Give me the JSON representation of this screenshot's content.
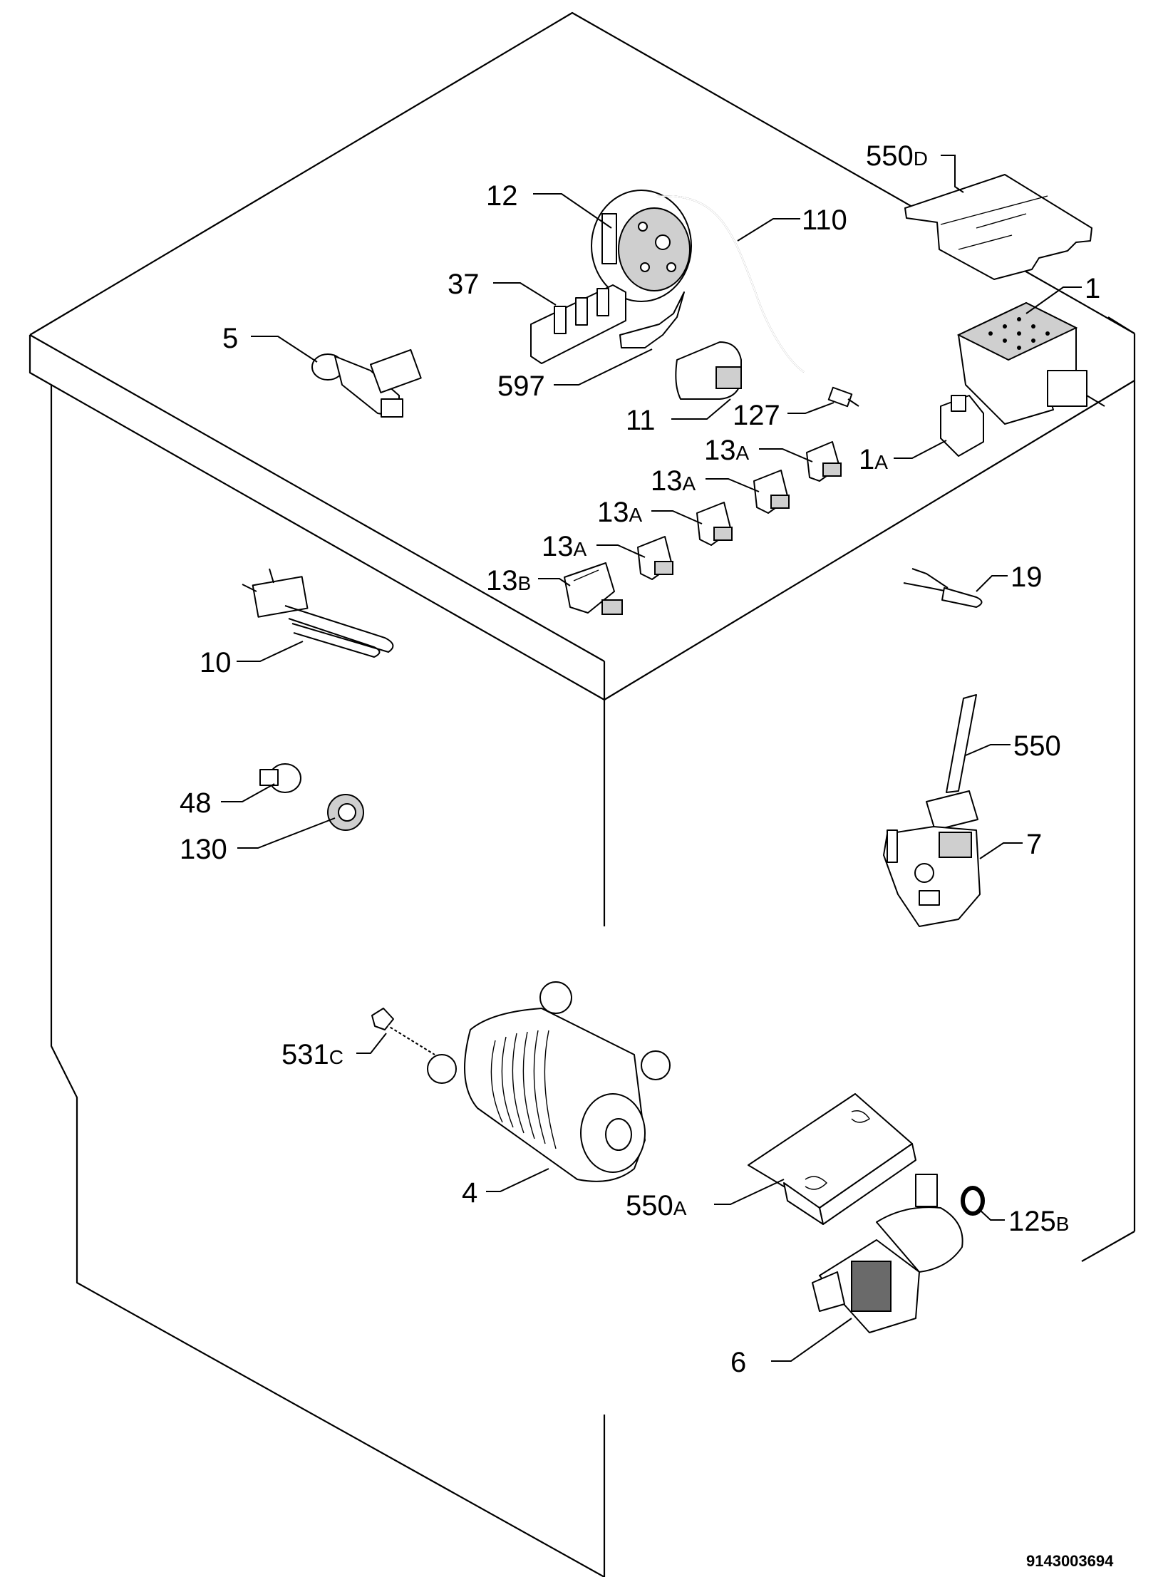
{
  "callouts": {
    "c550d": {
      "num": "550",
      "suffix": "D"
    },
    "c12": {
      "num": "12",
      "suffix": ""
    },
    "c110": {
      "num": "110",
      "suffix": ""
    },
    "c37": {
      "num": "37",
      "suffix": ""
    },
    "c1": {
      "num": "1",
      "suffix": ""
    },
    "c5": {
      "num": "5",
      "suffix": ""
    },
    "c597": {
      "num": "597",
      "suffix": ""
    },
    "c11": {
      "num": "11",
      "suffix": ""
    },
    "c127": {
      "num": "127",
      "suffix": ""
    },
    "c13a_1": {
      "num": "13",
      "suffix": "A"
    },
    "c1a": {
      "num": "1",
      "suffix": "A"
    },
    "c13a_2": {
      "num": "13",
      "suffix": "A"
    },
    "c13a_3": {
      "num": "13",
      "suffix": "A"
    },
    "c13a_4": {
      "num": "13",
      "suffix": "A"
    },
    "c13b": {
      "num": "13",
      "suffix": "B"
    },
    "c19": {
      "num": "19",
      "suffix": ""
    },
    "c10": {
      "num": "10",
      "suffix": ""
    },
    "c550": {
      "num": "550",
      "suffix": ""
    },
    "c48": {
      "num": "48",
      "suffix": ""
    },
    "c130": {
      "num": "130",
      "suffix": ""
    },
    "c7": {
      "num": "7",
      "suffix": ""
    },
    "c531c": {
      "num": "531",
      "suffix": "C"
    },
    "c4": {
      "num": "4",
      "suffix": ""
    },
    "c550a": {
      "num": "550",
      "suffix": "A"
    },
    "c125b": {
      "num": "125",
      "suffix": "B"
    },
    "c6": {
      "num": "6",
      "suffix": ""
    }
  },
  "document_id": "9143003694"
}
